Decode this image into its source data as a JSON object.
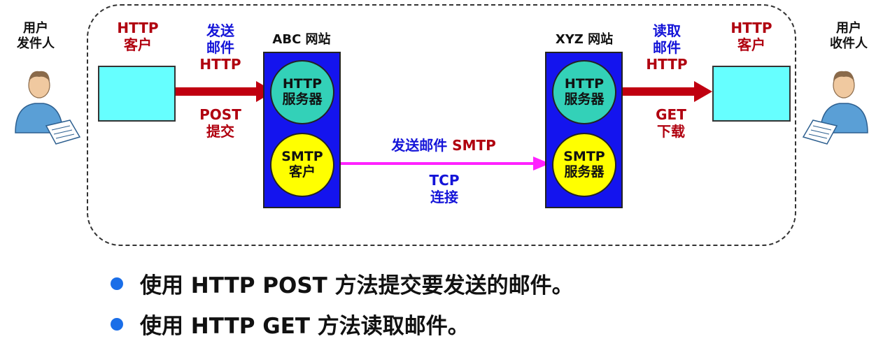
{
  "sender": {
    "line1": "用户",
    "line2": "发件人"
  },
  "receiver": {
    "line1": "用户",
    "line2": "收件人"
  },
  "left_client": {
    "line1": "HTTP",
    "line2": "客户"
  },
  "right_client": {
    "line1": "HTTP",
    "line2": "客户"
  },
  "send_label": {
    "line1": "发送",
    "line2": "邮件",
    "line3": "HTTP"
  },
  "post_label": {
    "line1": "POST",
    "line2": "提交"
  },
  "read_label": {
    "line1": "读取",
    "line2": "邮件",
    "line3": "HTTP"
  },
  "get_label": {
    "line1": "GET",
    "line2": "下载"
  },
  "abc_site": {
    "title": "ABC 网站",
    "http_server": {
      "line1": "HTTP",
      "line2": "服务器"
    },
    "smtp_client": {
      "line1": "SMTP",
      "line2": "客户"
    }
  },
  "xyz_site": {
    "title": "XYZ 网站",
    "http_server": {
      "line1": "HTTP",
      "line2": "服务器"
    },
    "smtp_server": {
      "line1": "SMTP",
      "line2": "服务器"
    }
  },
  "smtp_link": {
    "label_blue": "发送邮件",
    "label_red": "SMTP",
    "tcp": "TCP",
    "connect": "连接"
  },
  "bullets": [
    "使用 HTTP POST 方法提交要发送的邮件。",
    "使用 HTTP GET 方法读取邮件。"
  ],
  "colors": {
    "arrow_red": "#c00010",
    "arrow_magenta": "#ff22ff",
    "site_blue": "#1414ee",
    "client_cyan": "#66ffff",
    "circle_teal": "#33d1b8",
    "circle_yellow": "#ffff00",
    "bullet_blue": "#1a6ee8"
  }
}
